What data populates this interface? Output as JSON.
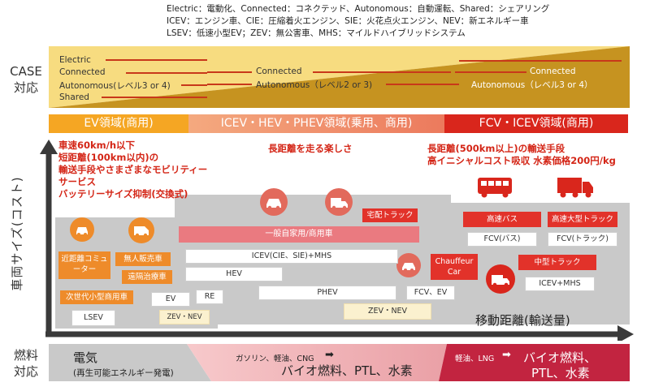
{
  "legend": {
    "line1": "Electric：電動化、Connected：コネクテッド、Autonomous：自動運転、Shared：シェアリング",
    "line2": "ICEV：エンジン車、CIE：圧縮着火エンジン、SIE：火花点火エンジン、NEV：新エネルギー車",
    "line3": "LSEV：低速小型EV；ZEV：無公害車、MHS：マイルドハイブリッドシステム"
  },
  "case_label": {
    "line1": "CASE",
    "line2": "対応"
  },
  "case": {
    "electric": "Electric",
    "connected_left": "Connected",
    "autonomous_left": "Autonomous(レベル3 or 4)",
    "shared": "Shared",
    "connected_mid": "Connected",
    "autonomous_mid": "Autonomous（レベル2 or 3)",
    "connected_right": "Connected",
    "autonomous_right": "Autonomous（レベル3 or 4）"
  },
  "domains": {
    "ev": "EV領域(商用)",
    "icev": "ICEV・HEV・PHEV領域(乗用、商用)",
    "fcv": "FCV・ICEV領域(商用)"
  },
  "y_axis_label": "車両サイズ(コスト)",
  "x_axis_label": "移動距離(輸送量)",
  "ev_text": [
    "車速60km/h以下",
    "短距離(100km以内)の",
    "輸送手段やさまざまなモビリティー",
    "サービス",
    "バッテリーサイズ抑制(交換式)"
  ],
  "mid_text": "長距離を走る楽しさ",
  "fcv_text": [
    "長距離(500km以上)の輸送手段",
    "高イニシャルコスト吸収 水素価格200円/kg"
  ],
  "boxes": {
    "takuhai_truck": "宅配トラック",
    "ippan": "一般自家用/商用車",
    "icev_cie": "ICEV(CIE、SIE)+MHS",
    "hev": "HEV",
    "phev": "PHEV",
    "fcv_ev": "FCV、EV",
    "zev_nev": "ZEV・NEV",
    "kinkyori": "近距離コミューター",
    "mujin": "無人販売車",
    "enkaku": "遠隔治療車",
    "jisedai": "次世代小型商用車",
    "ev": "EV",
    "re": "RE",
    "lsev": "LSEV",
    "zev_nev_small": "ZEV・NEV",
    "chauffeur": "Chauffeur Car",
    "kosoku_bus": "高速バス",
    "kosoku_truck": "高速大型トラック",
    "fcv_bus": "FCV(バス)",
    "fcv_truck": "FCV(トラック)",
    "chugata_truck": "中型トラック",
    "icev_mhs": "ICEV+MHS"
  },
  "fuel_label": {
    "line1": "燃料",
    "line2": "対応"
  },
  "fuel": {
    "denki": "電気",
    "denki_sub": "(再生可能エネルギー発電)",
    "mid_small": "ガソリン、軽油、CNG",
    "mid_arrow": "➡",
    "mid_big": "バイオ燃料、PTL、水素",
    "right_small": "軽油、LNG",
    "right_arrow": "➡",
    "right_big1": "バイオ燃料、",
    "right_big2": "PTL、水素"
  },
  "colors": {
    "ev_orange": "#f5a623",
    "icev_salmon": "#f08a6e",
    "fcv_red": "#d9261c",
    "case_yellow": "#f7dc80",
    "case_gold": "#c69320",
    "red_text": "#d42617",
    "box_orange": "#ee8b2a",
    "box_red": "#e2322a",
    "gray": "#c9c9c9"
  }
}
